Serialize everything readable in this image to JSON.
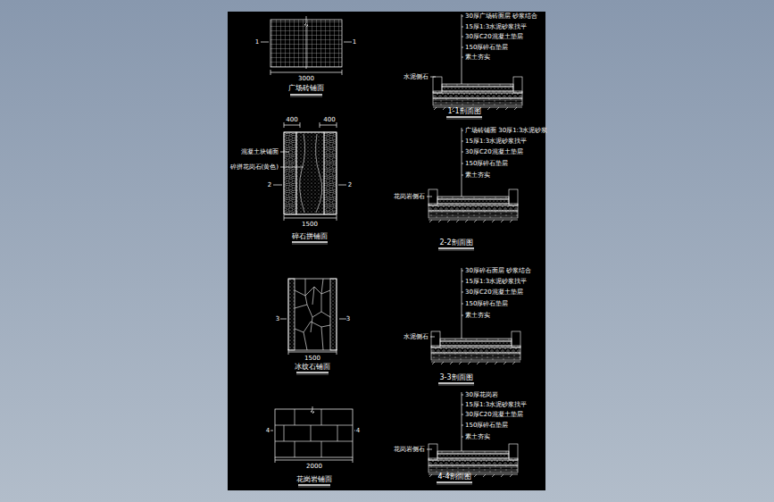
{
  "diagram": {
    "labels": [
      "1",
      "1",
      "3000",
      "广场砖铺面",
      "400",
      "400",
      "混凝土块铺面",
      "碎拼花岗石(黄色)",
      "2",
      "2",
      "1500",
      "碎石拼铺面",
      "3",
      "3",
      "1500",
      "冰纹石铺面",
      "4",
      "4",
      "2000",
      "花岗岩铺面",
      "30厚广场砖面层 砂浆结合",
      "15厚1:3水泥砂浆找平",
      "30厚C20混凝土垫层",
      "150厚碎石垫层",
      "素土夯实",
      "水泥侧石",
      "1-1剖面图",
      "广场砖铺面 30厚1:3水泥砂浆",
      "15厚1:3水泥砂浆找平",
      "30厚C20混凝土垫层",
      "150厚碎石垫层",
      "素土夯实",
      "花岗岩侧石",
      "2-2剖面图",
      "30厚碎石面层 砂浆结合",
      "15厚1:3水泥砂浆找平",
      "30厚C20混凝土垫层",
      "150厚碎石垫层",
      "素土夯实",
      "水泥侧石",
      "3-3剖面图",
      "30厚花岗岩",
      "15厚1:3水泥砂浆找平",
      "30厚C20混凝土垫层",
      "150厚碎石垫层",
      "素土夯实",
      "花岗岩侧石",
      "4-4剖面图"
    ]
  }
}
